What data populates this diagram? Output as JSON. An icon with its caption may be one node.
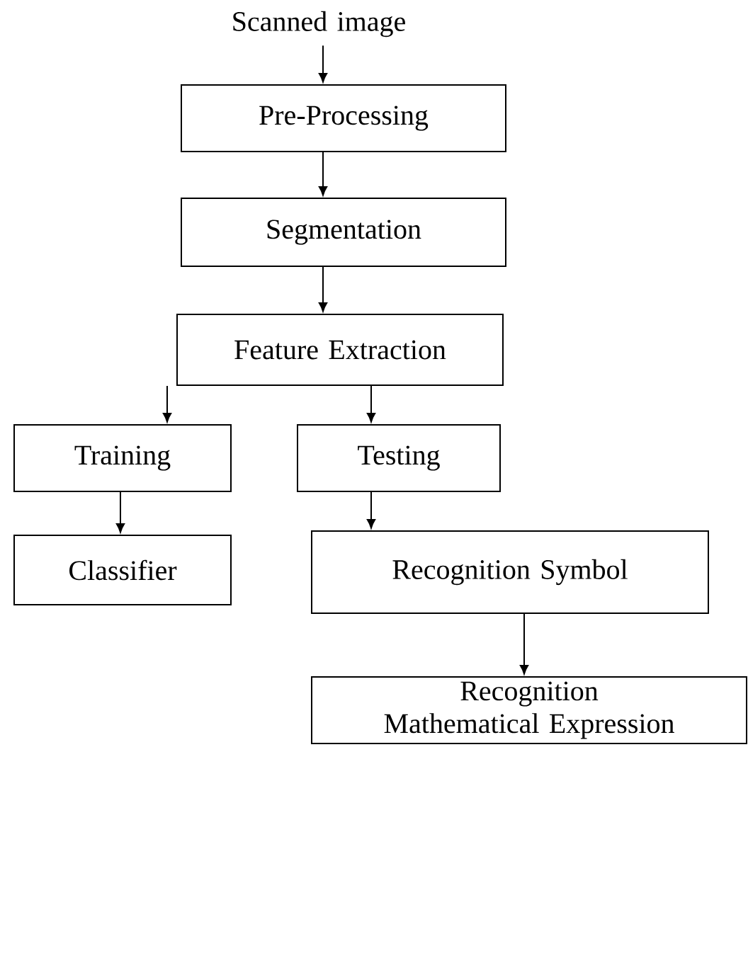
{
  "diagram": {
    "nodes": [
      {
        "text": [
          "Scanned image"
        ]
      },
      {
        "text": [
          "Pre-Processing"
        ]
      },
      {
        "text": [
          "Segmentation"
        ]
      },
      {
        "text": [
          "Feature Extraction"
        ]
      },
      {
        "text": [
          "Training"
        ]
      },
      {
        "text": [
          "Testing"
        ]
      },
      {
        "text": [
          "Classifier"
        ]
      },
      {
        "text": [
          "Recognition Symbol"
        ]
      },
      {
        "text": [
          "Recognition Mathematical Expression"
        ]
      }
    ],
    "edges": [
      {
        "from": 0,
        "to": 1,
        "arrow": "to"
      },
      {
        "from": 1,
        "to": 2,
        "arrow": "to"
      },
      {
        "from": 2,
        "to": 3,
        "arrow": "to"
      },
      {
        "from": 3,
        "to": 4,
        "arrow": "to"
      },
      {
        "from": 3,
        "to": 5,
        "arrow": "to"
      },
      {
        "from": 4,
        "to": 6,
        "arrow": "to"
      },
      {
        "from": 5,
        "to": 7,
        "arrow": "to"
      },
      {
        "from": 7,
        "to": 8,
        "arrow": "to"
      }
    ]
  }
}
